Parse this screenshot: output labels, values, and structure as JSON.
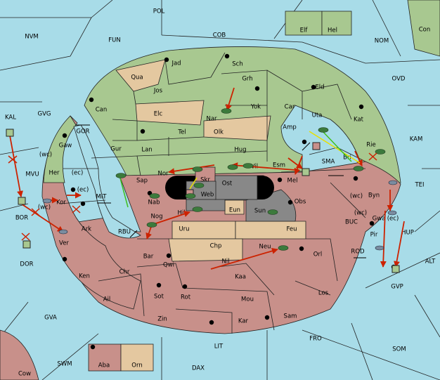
{
  "colors": {
    "sea": "#a8dce8",
    "green": "#a8c890",
    "red": "#c8908a",
    "tan": "#e4c8a0",
    "hole": "#888888",
    "black": "#000000",
    "order": "#cc2200",
    "support": "#e8e000",
    "convoy": "#40c020"
  },
  "seas": [
    "POL",
    "NVM",
    "FUN",
    "COB",
    "NOM",
    "Con",
    "OVD",
    "KAM",
    "TEI",
    "ALT",
    "GVG",
    "KAL",
    "MVU",
    "BOR",
    "DOR",
    "GOR",
    "MIT",
    "RBU",
    "BUC",
    "ROD",
    "SMA",
    "GVA",
    "SWM",
    "LIT",
    "FRO",
    "SOM",
    "DAX",
    "Cow"
  ],
  "territories": [
    "Elf",
    "Hel",
    "Jad",
    "Sch",
    "Qua",
    "Jos",
    "Grh",
    "Eld",
    "Can",
    "Elc",
    "Nar",
    "Yok",
    "Car",
    "Uta",
    "Kat",
    "Gur",
    "Tel",
    "Olk",
    "Amp",
    "Lan",
    "Hug",
    "Rie",
    "Gaw",
    "Her",
    "Nor",
    "Esm",
    "Vil",
    "Bri",
    "Sap",
    "Skr",
    "Ost",
    "Mel",
    "Byn",
    "Kor",
    "Ark",
    "Nab",
    "Web",
    "Eun",
    "Obs",
    "Gwa",
    "Nog",
    "Sun",
    "Hil",
    "Uru",
    "Feu",
    "Pir",
    "Ver",
    "Bar",
    "Chp",
    "Neu",
    "Qwi",
    "Nil",
    "Orl",
    "Ken",
    "Chr",
    "Kaa",
    "Los",
    "Ail",
    "Sot",
    "Rot",
    "Mou",
    "Zin",
    "Kar",
    "Sam",
    "Aba",
    "Orn",
    "GVP",
    "HUP"
  ],
  "coast_tags": [
    "(wc)",
    "(ec)",
    "(ec)",
    "(wc)",
    "(wc)",
    "(ec)",
    "(wc)"
  ]
}
